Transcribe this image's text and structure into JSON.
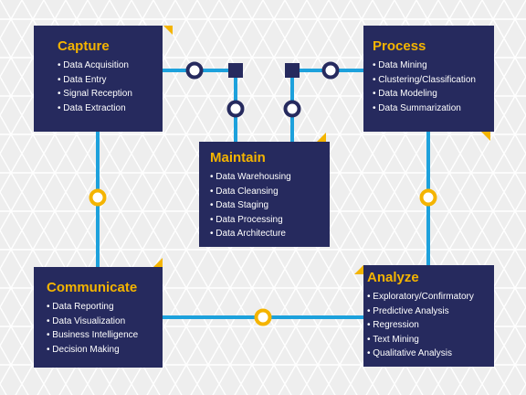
{
  "colors": {
    "box": "#262a5e",
    "title": "#f4b400",
    "link": "#1da1dc",
    "ring_blue": "#1da1dc",
    "ring_yellow": "#f4b400",
    "connector_square": "#262a5e",
    "background": "#eeeeee"
  },
  "capture": {
    "title": "Capture",
    "items": [
      "Data Acquisition",
      "Data Entry",
      "Signal Reception",
      "Data Extraction"
    ]
  },
  "process": {
    "title": "Process",
    "items": [
      "Data Mining",
      "Clustering/Classification",
      "Data Modeling",
      "Data Summarization"
    ]
  },
  "maintain": {
    "title": "Maintain",
    "items": [
      "Data Warehousing",
      "Data Cleansing",
      "Data Staging",
      "Data Processing",
      "Data Architecture"
    ]
  },
  "communicate": {
    "title": "Communicate",
    "items": [
      "Data Reporting",
      "Data Visualization",
      "Business Intelligence",
      "Decision Making"
    ]
  },
  "analyze": {
    "title": "Analyze",
    "items": [
      "Exploratory/Confirmatory",
      "Predictive Analysis",
      "Regression",
      "Text Mining",
      "Qualitative Analysis"
    ]
  }
}
